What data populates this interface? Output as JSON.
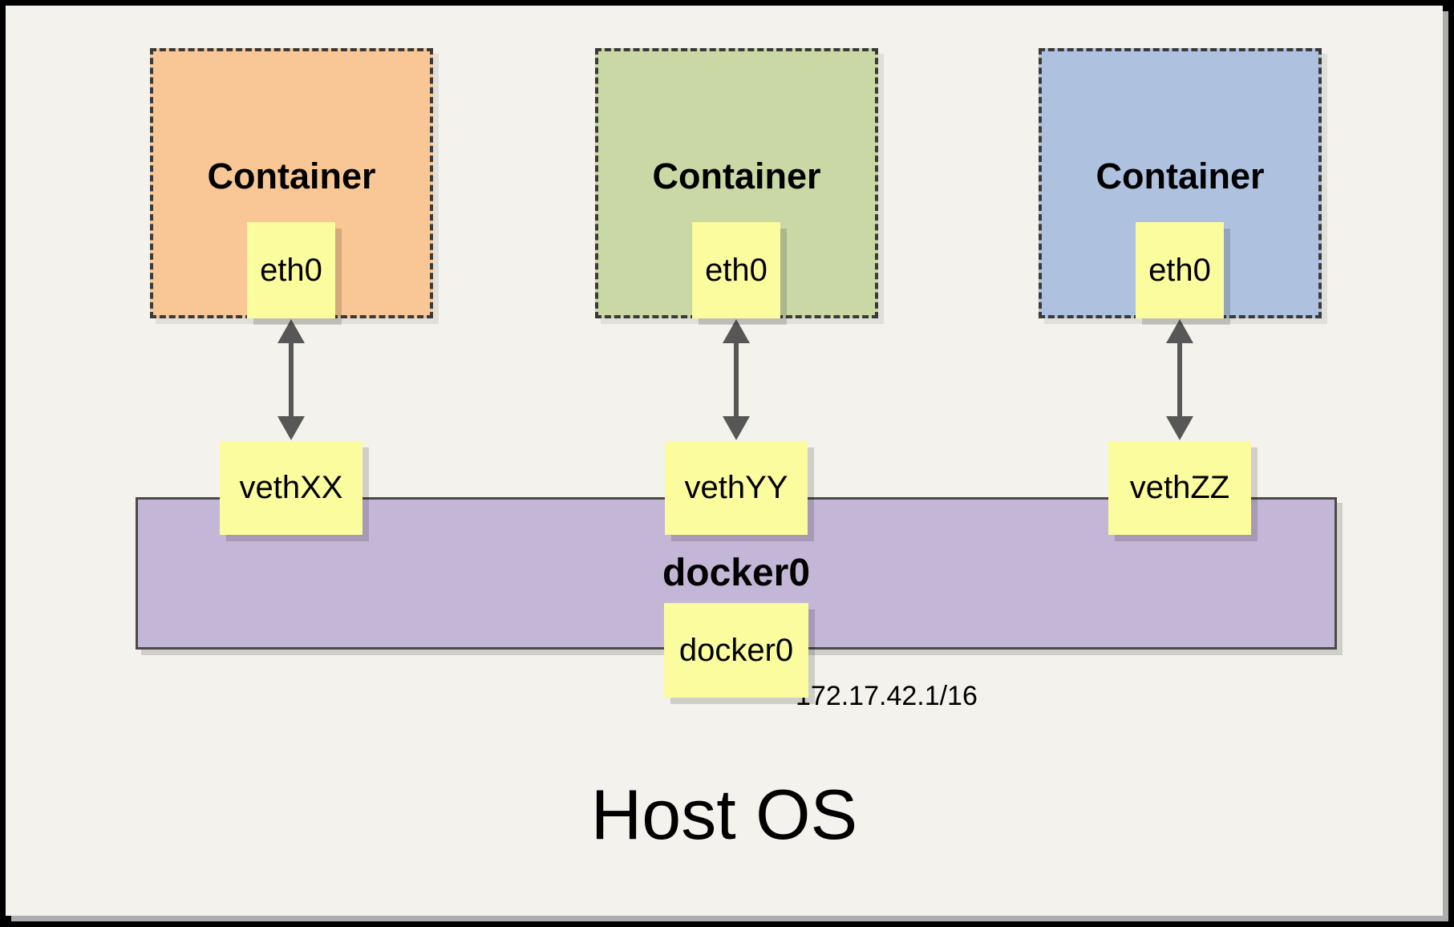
{
  "diagram": {
    "host_label": "Host OS",
    "bridge": {
      "name": "docker0",
      "interface_label": "docker0",
      "ip": "172.17.42.1/16",
      "fill": "#C4B6D7"
    },
    "containers": [
      {
        "title": "Container",
        "interface": "eth0",
        "veth": "vethXX",
        "fill": "#F8C795"
      },
      {
        "title": "Container",
        "interface": "eth0",
        "veth": "vethYY",
        "fill": "#C9D8A5"
      },
      {
        "title": "Container",
        "interface": "eth0",
        "veth": "vethZZ",
        "fill": "#AEC1DE"
      }
    ],
    "colors": {
      "background": "#F4F2EC",
      "frame": "#000000",
      "interface_box_fill": "#FBFC9E",
      "dashed_border": "#3A3A3A",
      "arrow": "#575757",
      "text": "#000000"
    }
  }
}
